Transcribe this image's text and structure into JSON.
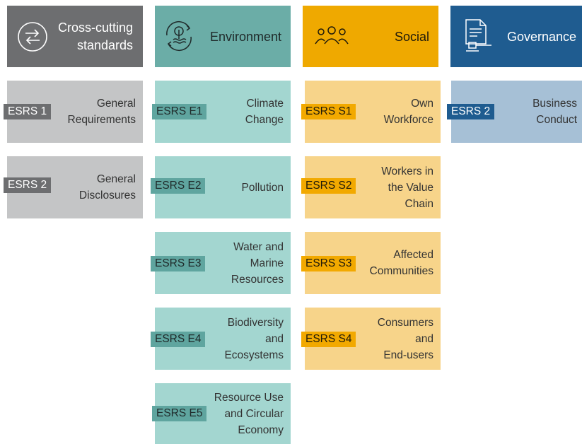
{
  "colors": {
    "crosscutting_header": "#6d6e70",
    "crosscutting_card": "#c4c5c6",
    "environment_header": "#6bada7",
    "environment_card": "#a3d6d0",
    "social_header": "#efa900",
    "social_card": "#f7d48a",
    "governance_header": "#1f5c90",
    "governance_card": "#a6c0d6"
  },
  "columns": [
    {
      "title_lines": [
        "Cross-cutting",
        "standards"
      ],
      "icon": "exchange-arrows-icon",
      "standards": [
        {
          "code": "ESRS 1",
          "lines": [
            "General",
            "Requirements"
          ]
        },
        {
          "code": "ESRS 2",
          "lines": [
            "General",
            "Disclosures"
          ]
        }
      ]
    },
    {
      "title_lines": [
        "Environment"
      ],
      "icon": "tree-water-icon",
      "standards": [
        {
          "code": "ESRS E1",
          "lines": [
            "Climate",
            "Change"
          ]
        },
        {
          "code": "ESRS E2",
          "lines": [
            "Pollution"
          ]
        },
        {
          "code": "ESRS E3",
          "lines": [
            "Water and",
            "Marine",
            "Resources"
          ]
        },
        {
          "code": "ESRS E4",
          "lines": [
            "Biodiversity",
            "and",
            "Ecosystems"
          ]
        },
        {
          "code": "ESRS E5",
          "lines": [
            "Resource Use",
            "and Circular",
            "Economy"
          ]
        }
      ]
    },
    {
      "title_lines": [
        "Social"
      ],
      "icon": "people-group-icon",
      "standards": [
        {
          "code": "ESRS S1",
          "lines": [
            "Own",
            "Workforce"
          ]
        },
        {
          "code": "ESRS S2",
          "lines": [
            "Workers in",
            "the Value",
            "Chain"
          ]
        },
        {
          "code": "ESRS S3",
          "lines": [
            "Affected",
            "Communities"
          ]
        },
        {
          "code": "ESRS S4",
          "lines": [
            "Consumers",
            "and",
            "End-users"
          ]
        }
      ]
    },
    {
      "title_lines": [
        "Governance"
      ],
      "icon": "document-gavel-icon",
      "standards": [
        {
          "code": "ESRS 2",
          "lines": [
            "Business",
            "Conduct"
          ]
        }
      ]
    }
  ]
}
